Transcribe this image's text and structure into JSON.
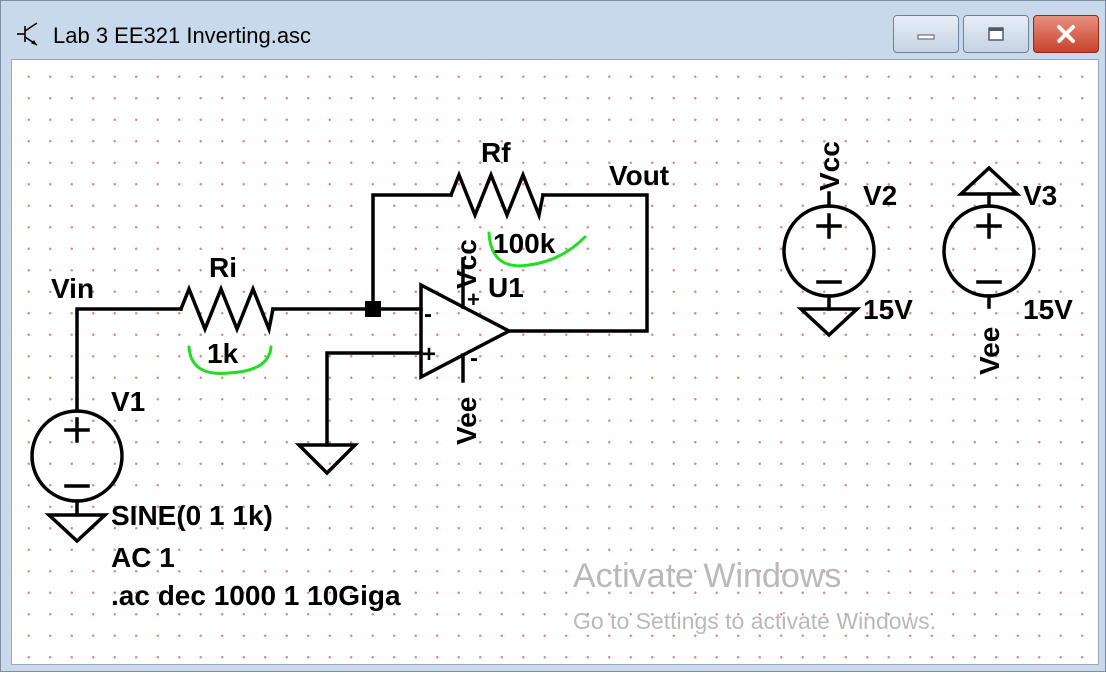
{
  "window": {
    "title": "Lab 3 EE321 Inverting.asc",
    "minimize_label": "minimize",
    "maximize_label": "maximize",
    "close_label": "close"
  },
  "schematic": {
    "nets": {
      "vin": "Vin",
      "vout": "Vout"
    },
    "resistors": {
      "ri": {
        "name": "Ri",
        "value": "1k"
      },
      "rf": {
        "name": "Rf",
        "value": "100k"
      }
    },
    "opamp": {
      "name": "U1",
      "plus_sign": "+",
      "minus_sign": "-",
      "supply_pos_label": "Vcc",
      "supply_neg_label": "Vee"
    },
    "sources": {
      "v1": {
        "name": "V1",
        "params": [
          "SINE(0 1 1k)",
          "AC 1"
        ]
      },
      "v2": {
        "name": "V2",
        "net": "Vcc",
        "value": "15V"
      },
      "v3": {
        "name": "V3",
        "net": "Vee",
        "value": "15V"
      }
    },
    "directive": ".ac dec 1000 1 10Giga"
  },
  "watermark": {
    "title": "Activate Windows",
    "subtitle": "Go to Settings to activate Windows."
  },
  "colors": {
    "titlebar": "#c9d9ec",
    "grid_dot": "#e18b8b",
    "wire": "#000000",
    "highlight": "#22dd22",
    "close_button": "#c8422a"
  }
}
